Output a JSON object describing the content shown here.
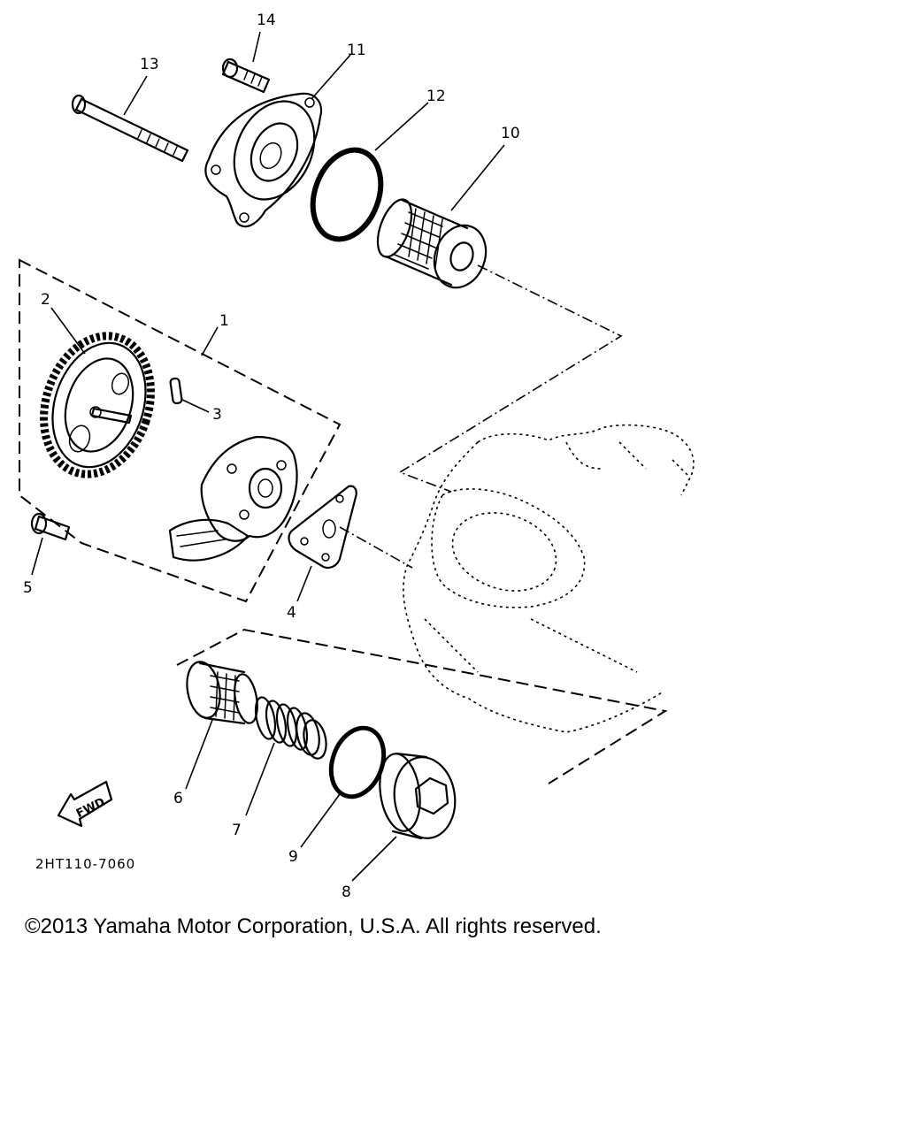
{
  "diagram": {
    "callouts": [
      "1",
      "2",
      "3",
      "4",
      "5",
      "6",
      "7",
      "8",
      "9",
      "10",
      "11",
      "12",
      "13",
      "14"
    ],
    "direction_label": "FWD",
    "drawing_code": "2HT110-7060"
  },
  "footer": {
    "copyright": "©2013 Yamaha Motor Corporation, U.S.A. All rights reserved."
  }
}
